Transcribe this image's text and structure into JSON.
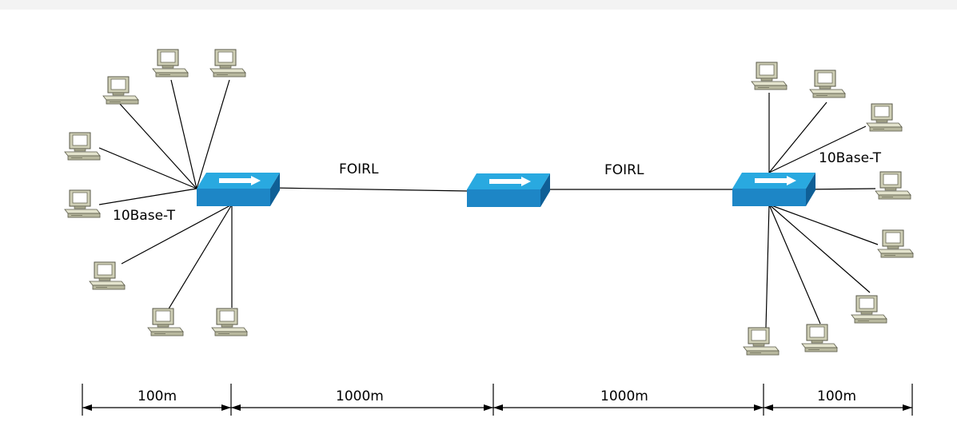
{
  "labels": {
    "link_left": "FOIRL",
    "link_right": "FOIRL",
    "access_left": "10Base-T",
    "access_right": "10Base-T"
  },
  "dimensions": {
    "seg1": "100m",
    "seg2": "1000m",
    "seg3": "1000m",
    "seg4": "100m"
  },
  "colors": {
    "switch_top": "#29a9e0",
    "switch_front": "#1d86c6",
    "switch_side": "#0f5f96",
    "computer_body": "#d8d8c2",
    "computer_shadow": "#8c8c72"
  }
}
